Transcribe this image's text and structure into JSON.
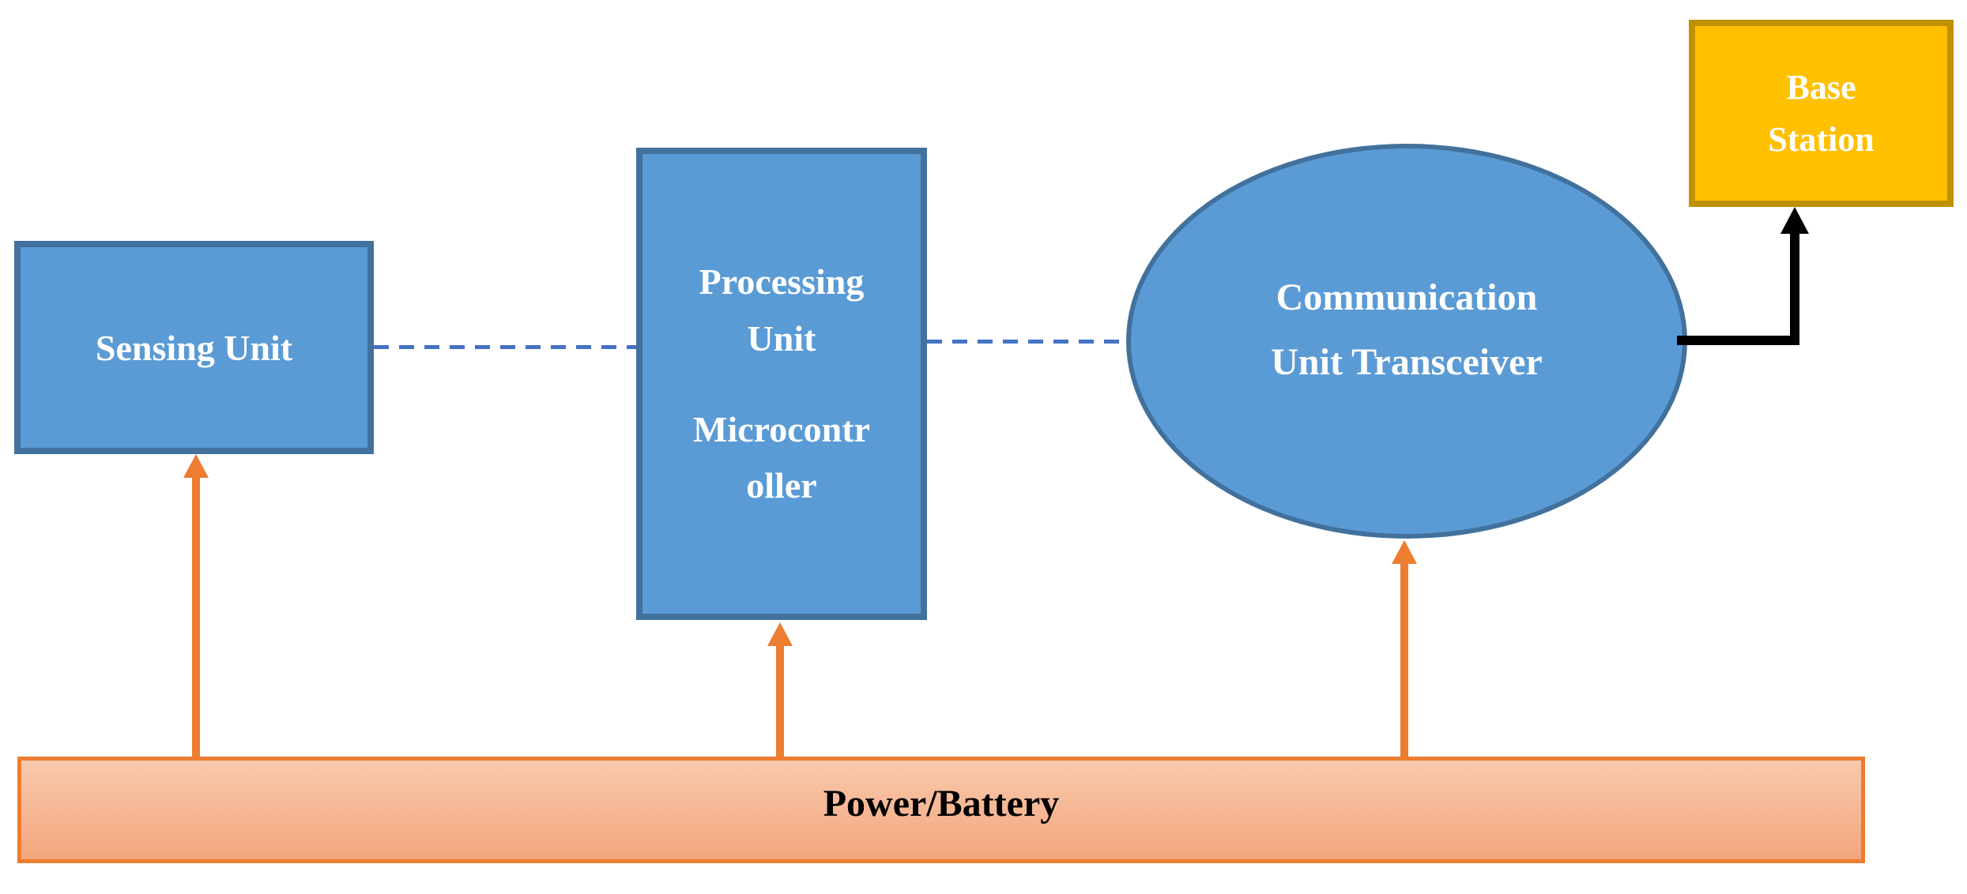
{
  "nodes": {
    "sensing_unit": {
      "label": "Sensing Unit",
      "shape": "rectangle"
    },
    "processing_unit": {
      "title_lines": [
        "Processing",
        "Unit"
      ],
      "subtitle_lines": [
        "Microcontr",
        "oller"
      ],
      "shape": "rectangle"
    },
    "communication_unit": {
      "label_lines": [
        "Communication",
        "Unit Transceiver"
      ],
      "shape": "ellipse"
    },
    "base_station": {
      "label_lines": [
        "Base",
        "Station"
      ],
      "shape": "rectangle"
    },
    "power_battery": {
      "label": "Power/Battery",
      "shape": "rectangle"
    }
  },
  "connectors": {
    "sensing_to_processing": {
      "style": "dashed",
      "color": "#4472C4"
    },
    "processing_to_communication": {
      "style": "dashed",
      "color": "#4472C4"
    },
    "communication_to_base_station": {
      "style": "solid-elbow-arrow",
      "color": "#000000"
    },
    "power_to_sensing": {
      "style": "solid-arrow",
      "color": "#ED7D31"
    },
    "power_to_processing": {
      "style": "solid-arrow",
      "color": "#ED7D31"
    },
    "power_to_communication": {
      "style": "solid-arrow",
      "color": "#ED7D31"
    }
  },
  "colors": {
    "node_fill_blue": "#5B9BD5",
    "node_border_blue": "#41719C",
    "text_on_blue": "#FFFFFF",
    "base_station_fill": "#FFC000",
    "base_station_border": "#BF9000",
    "power_fill_top": "#F8C9AD",
    "power_fill_bottom": "#F4A67D",
    "power_border": "#ED7D31",
    "power_text": "#000000",
    "arrow_orange": "#ED7D31",
    "arrow_black": "#000000",
    "dashed_connector_blue": "#4472C4",
    "background": "#FFFFFF"
  }
}
